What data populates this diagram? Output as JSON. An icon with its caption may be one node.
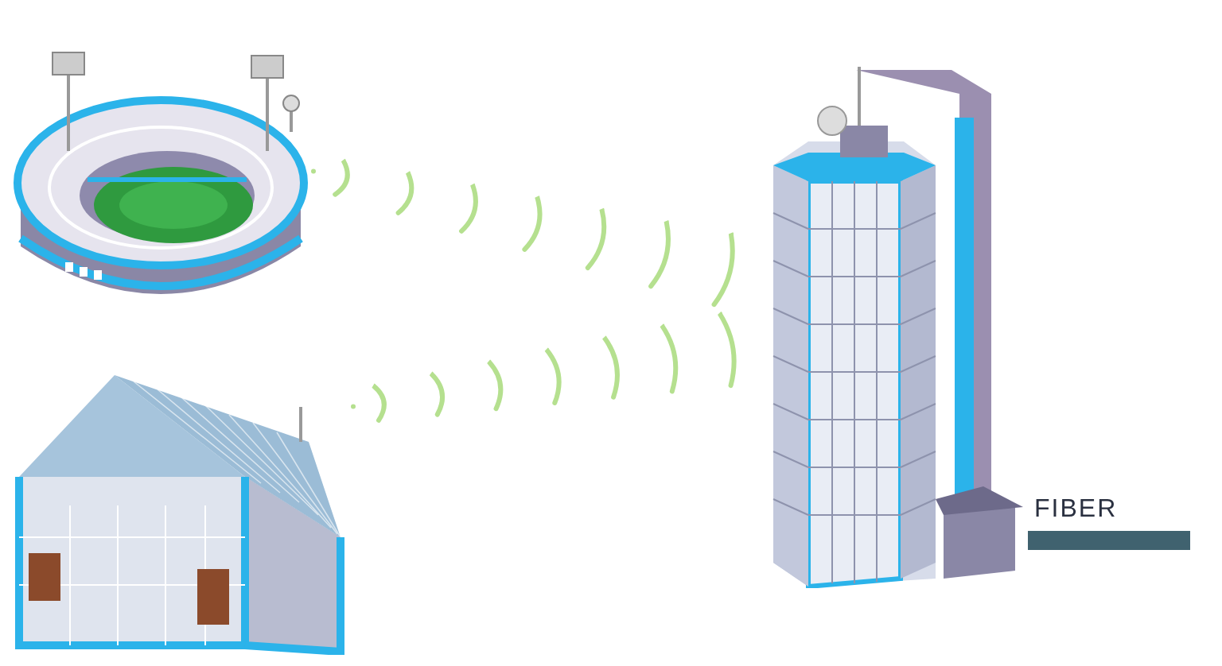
{
  "diagram": {
    "nodes": [
      {
        "text": [],
        "shape": "picture"
      },
      {
        "text": [],
        "shape": "picture"
      },
      {
        "text": [],
        "shape": "picture"
      }
    ],
    "edges": [
      {
        "from": 0,
        "to": 2,
        "arrow": "none",
        "style": "dashed",
        "color": "#b5e08f"
      },
      {
        "from": 1,
        "to": 2,
        "arrow": "none",
        "style": "dashed",
        "color": "#b5e08f"
      },
      {
        "from": 2,
        "to": null,
        "arrow": "none",
        "style": "thick",
        "color": "#1e4656",
        "label": "FIBER"
      }
    ]
  }
}
